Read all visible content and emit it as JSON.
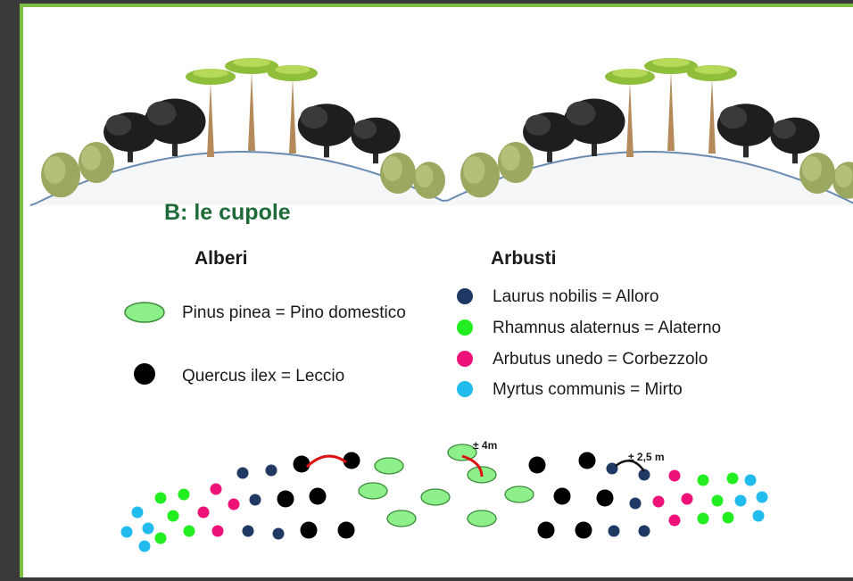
{
  "title": "B: le cupole",
  "headings": {
    "trees": "Alberi",
    "shrubs": "Arbusti"
  },
  "legend": {
    "trees": [
      {
        "text": "Pinus pinea  = Pino domestico",
        "color": "#8ef08a",
        "shape": "ellipse"
      },
      {
        "text": "Quercus ilex  = Leccio",
        "color": "#000000",
        "shape": "circle"
      }
    ],
    "shrubs": [
      {
        "text": "Laurus nobilis =  Alloro",
        "color": "#1f3864"
      },
      {
        "text": "Rhamnus alaternus =  Alaterno",
        "color": "#22ee22"
      },
      {
        "text": "Arbutus unedo =  Corbezzolo",
        "color": "#ee1177"
      },
      {
        "text": "Myrtus communis =  Mirto",
        "color": "#22bbee"
      }
    ]
  },
  "distances": {
    "pines": "± 4m",
    "shrubs": "± 2,5 m"
  },
  "colors": {
    "frame": "#7bc043",
    "title": "#1e6b3a",
    "hill": "#6a8bb0",
    "pine": "#8ef08a",
    "oak": "#000000",
    "laurus": "#1f3864",
    "rhamnus": "#22ee22",
    "arbutus": "#ee1177",
    "myrtus": "#22bbee"
  }
}
